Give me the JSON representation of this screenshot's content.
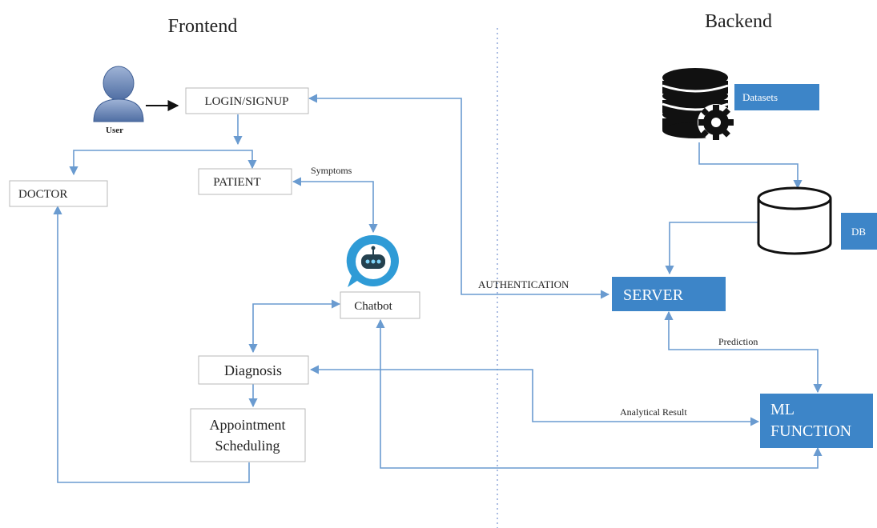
{
  "sections": {
    "frontend": "Frontend",
    "backend": "Backend"
  },
  "nodes": {
    "user": "User",
    "login_signup": "LOGIN/SIGNUP",
    "doctor": "DOCTOR",
    "patient": "PATIENT",
    "chatbot": "Chatbot",
    "diagnosis": "Diagnosis",
    "appointment_line1": "Appointment",
    "appointment_line2": "Scheduling",
    "datasets": "Datasets",
    "db": "DB",
    "server": "SERVER",
    "ml_line1": "ML",
    "ml_line2": "FUNCTION"
  },
  "edges": {
    "symptoms": "Symptoms",
    "authentication": "AUTHENTICATION",
    "prediction": "Prediction",
    "analytical_result": "Analytical Result"
  },
  "icons": {
    "user": "user-avatar-icon",
    "chatbot": "robot-chat-bubble-icon",
    "datasets": "database-gear-icon",
    "db": "database-cylinder-icon"
  },
  "colors": {
    "connector": "#6a9bd0",
    "blue_box": "#3d85c8",
    "box_border": "#b9b9b9",
    "divider": "#8fa7d9"
  }
}
